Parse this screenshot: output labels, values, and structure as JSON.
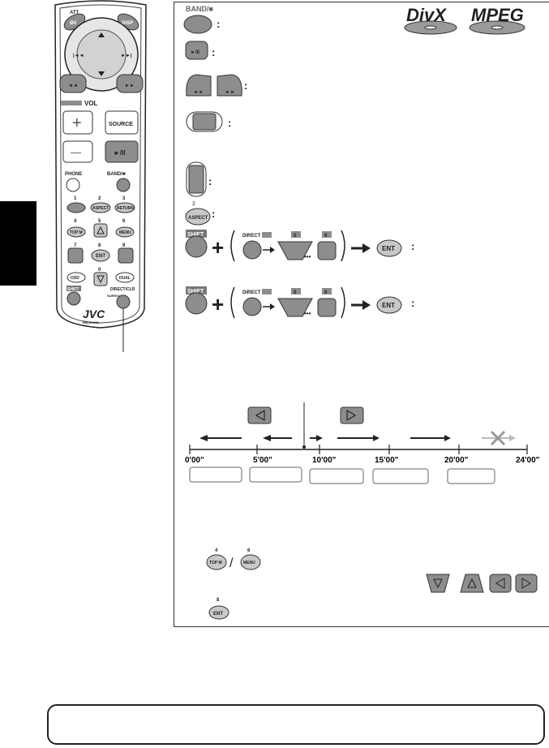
{
  "disc_logos": {
    "divx": "DivX",
    "mpeg": "MPEG"
  },
  "remote": {
    "att": "ATT",
    "src_ring": "Ø/I",
    "disp": "DISP",
    "vol": "VOL",
    "plus": "+",
    "minus": "—",
    "source": "SOURCE",
    "play_pause": "►/II",
    "phone": "PHONE",
    "band": "BAND/■",
    "num1": "1",
    "num2": "2",
    "num3": "3",
    "aspect": "ASPECT",
    "return": "RETURN",
    "num4": "4",
    "num5": "5",
    "num6": "6",
    "topm": "TOP M",
    "menu": "MENU",
    "num7": "7",
    "num8": "8",
    "num9": "9",
    "ent": "ENT",
    "num0": "0",
    "dual": "DUAL",
    "osd": "OSD",
    "shift": "SHIFT",
    "direct_clr": "DIRECT/CLR",
    "surround": "SURROUND",
    "brand": "JVC",
    "model": "RM-RK252"
  },
  "rows": {
    "band_label": "BAND/■",
    "play_label": "►/II",
    "aspect_num": "2",
    "aspect_label": "ASPECT",
    "colon": ":"
  },
  "direct_rows": {
    "shift": "SHIFT",
    "plus": "+",
    "direct": "DIRECT",
    "zero": "0",
    "nine": "9",
    "dots": "•••",
    "ent": "ENT"
  },
  "timeline": {
    "ticks": [
      "0'00\"",
      "5'00\"",
      "10'00\"",
      "15'00\"",
      "20'00\"",
      "24'00\""
    ]
  },
  "bottom_section": {
    "num4": "4",
    "topm": "TOP M",
    "slash": "/",
    "num6": "6",
    "menu": "MENU",
    "num8": "8",
    "ent": "ENT"
  }
}
